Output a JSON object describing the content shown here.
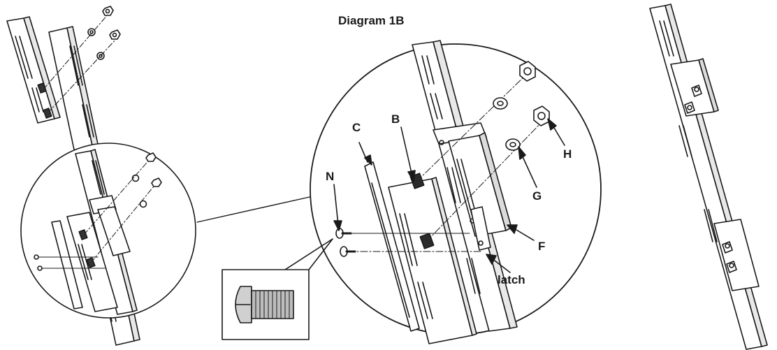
{
  "title": "Diagram 1B",
  "labels": {
    "B": "B",
    "C": "C",
    "N": "N",
    "H": "H",
    "G": "G",
    "F": "F",
    "latch": "latch"
  }
}
